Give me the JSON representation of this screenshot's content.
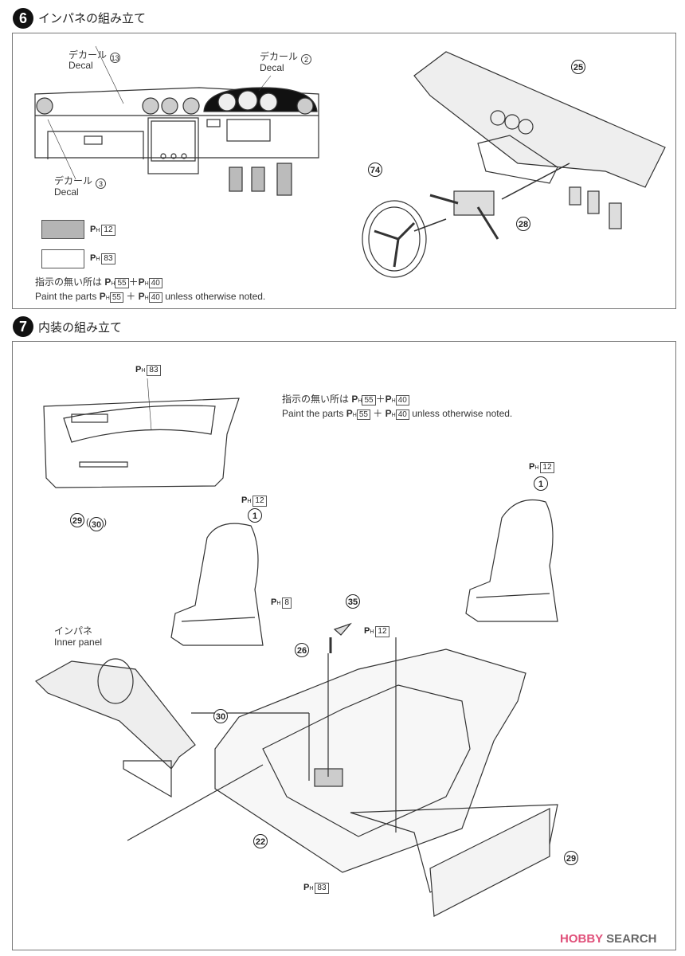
{
  "step6": {
    "number": "6",
    "title": "インパネの組み立て",
    "decals": [
      {
        "jp": "デカール",
        "en": "Decal",
        "num": "13"
      },
      {
        "jp": "デカール",
        "en": "Decal",
        "num": "2"
      },
      {
        "jp": "デカール",
        "en": "Decal",
        "num": "3"
      }
    ],
    "legend": [
      {
        "prefix": "P",
        "sub": "H",
        "code": "12",
        "color": "#b5b5b5"
      },
      {
        "prefix": "P",
        "sub": "H",
        "code": "83",
        "color": "#ffffff"
      }
    ],
    "note_jp": {
      "text": "指示の無い所は",
      "c1": "55",
      "plus": "＋",
      "c2": "40"
    },
    "note_en": {
      "pre": "Paint the parts",
      "c1": "55",
      "plus": "＋",
      "c2": "40",
      "post": "unless otherwise noted."
    },
    "parts": [
      "25",
      "74",
      "28"
    ]
  },
  "step7": {
    "number": "7",
    "title": "内装の組み立て",
    "note_jp": {
      "text": "指示の無い所は",
      "c1": "55",
      "plus": "＋",
      "c2": "40"
    },
    "note_en": {
      "pre": "Paint the parts",
      "c1": "55",
      "plus": "＋",
      "c2": "40",
      "post": "unless otherwise noted."
    },
    "paint_codes": {
      "door": "83",
      "seat_left": "12",
      "seat_right": "12",
      "knob": "8",
      "lever": "12",
      "floor": "83"
    },
    "parts": {
      "door": "29",
      "door_alt": "30",
      "seat_left": "1",
      "seat_right": "1",
      "lever": "35",
      "knob": "26",
      "side": "30",
      "floor": "22",
      "side_panel": "29"
    },
    "inner_panel": {
      "jp": "インパネ",
      "en": "Inner panel"
    }
  },
  "watermark": {
    "text1": "HOBBY",
    "text2": "SEARCH",
    "color": "#e0507a"
  }
}
